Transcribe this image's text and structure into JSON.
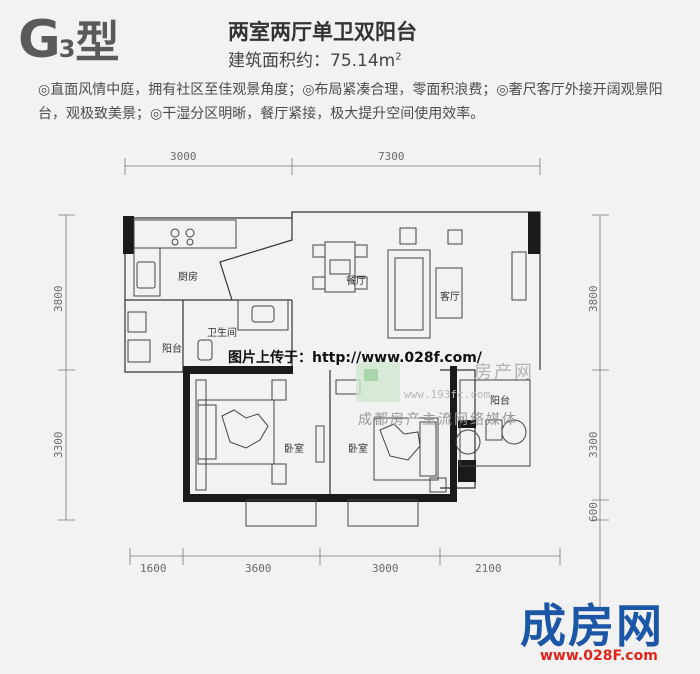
{
  "header": {
    "brand_letter": "G",
    "brand_number": "3",
    "brand_suffix": "型",
    "title": "两室两厅单卫双阳台",
    "area_label": "建筑面积约：75.14m",
    "area_sup": "2",
    "description": "◎直面风情中庭，拥有社区至佳观景角度；◎布局紧凑合理，零面积浪费；◎奢尺客厅外接开阔观景阳台，观极致美景；◎干湿分区明晰，餐厅紧接，极大提升空间使用效率。"
  },
  "dimensions": {
    "top": [
      "3000",
      "7300"
    ],
    "bottom": [
      "1600",
      "3600",
      "3000",
      "2100"
    ],
    "left": [
      "3800",
      "3300"
    ],
    "right": [
      "3800",
      "3300",
      "600"
    ]
  },
  "rooms": {
    "kitchen": "厨房",
    "dining": "餐厅",
    "living": "客厅",
    "bathroom": "卫生间",
    "balcony_left": "阳台",
    "balcony_right": "阳台",
    "bedroom_main": "卧室",
    "bedroom_second": "卧室"
  },
  "watermark": {
    "upload": "图片上传于：http://www.028f.com/",
    "site": "房产网",
    "url": "www.193fc.com",
    "tagline": "成都房产主流网络媒体"
  },
  "logo": {
    "name": "成房网",
    "url": "www.028F.com"
  },
  "colors": {
    "wall": "#1a1a1a",
    "logo_blue": "#1b57a6",
    "logo_red": "#e0241b"
  }
}
